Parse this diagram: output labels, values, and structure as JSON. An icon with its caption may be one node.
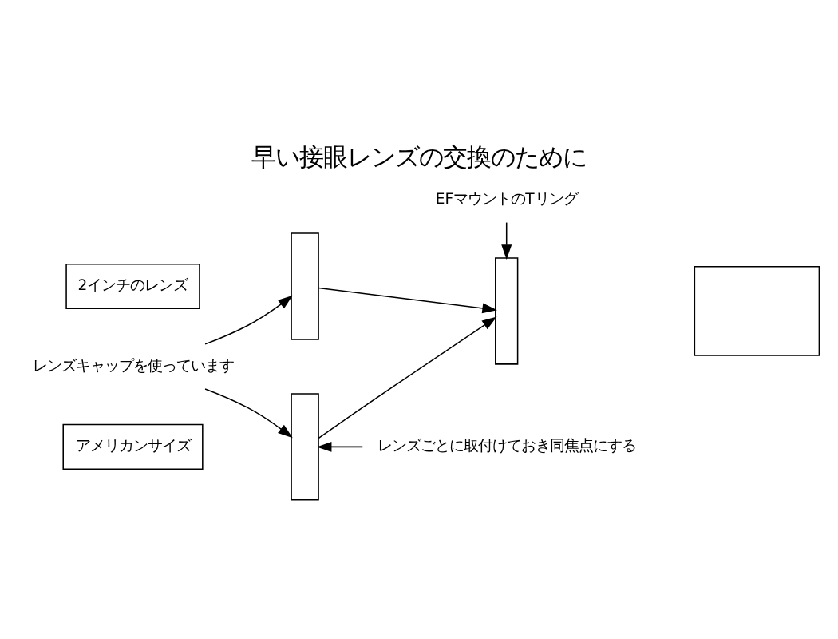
{
  "diagram": {
    "title": "早い接眼レンズの交換のために",
    "nodes": [
      {
        "text": [
          "2インチのレンズ"
        ]
      },
      {
        "text": [],
        "shape": "box"
      },
      {
        "text": [
          "アメリカンサイズ"
        ]
      },
      {
        "text": [],
        "shape": "box"
      },
      {
        "text": [
          "レンズキャップを使っています"
        ]
      },
      {
        "text": [],
        "shape": "box"
      },
      {
        "text": [],
        "shape": "box"
      },
      {
        "text": [
          "EFマウントのTリング"
        ]
      },
      {
        "text": [
          "レンズごとに取付けておき同焦点にする"
        ]
      }
    ],
    "edges": [
      {
        "from": 4,
        "to": 1,
        "arrow": "to"
      },
      {
        "from": 4,
        "to": 3,
        "arrow": "to"
      },
      {
        "from": 1,
        "to": 5,
        "arrow": "to"
      },
      {
        "from": 3,
        "to": 5,
        "arrow": "to"
      },
      {
        "from": 7,
        "to": 5,
        "arrow": "to"
      },
      {
        "from": 8,
        "to": 3,
        "arrow": "to"
      }
    ]
  }
}
